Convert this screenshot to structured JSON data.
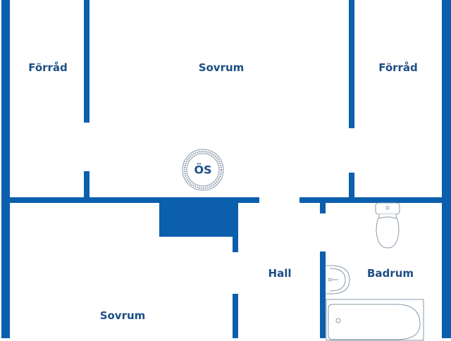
{
  "floorplan": {
    "colors": {
      "wall": "#0b5fad",
      "label": "#1d4e85",
      "fixture": "#8a99aa",
      "background": "#ffffff"
    },
    "rooms": [
      {
        "id": "storage-left",
        "label": "Förråd"
      },
      {
        "id": "bedroom-top",
        "label": "Sovrum"
      },
      {
        "id": "storage-right",
        "label": "Förråd"
      },
      {
        "id": "hall",
        "label": "Hall"
      },
      {
        "id": "bathroom",
        "label": "Badrum"
      },
      {
        "id": "bedroom-bottom",
        "label": "Sovrum"
      }
    ],
    "symbols": {
      "os_marker": "ÖS"
    },
    "fixtures": [
      "toilet",
      "sink",
      "bathtub"
    ]
  }
}
